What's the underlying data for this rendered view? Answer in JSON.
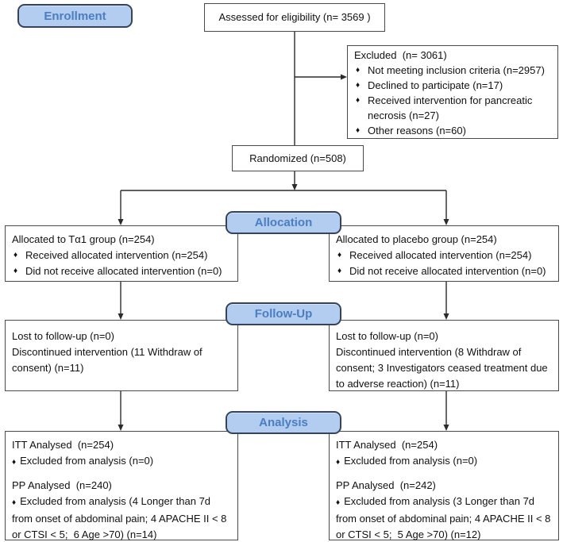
{
  "ui": {
    "bullet": "♦"
  },
  "colors": {
    "badge_fill": "#b3cdf1",
    "badge_border": "#36435a",
    "badge_text": "#4a7ec0",
    "box_border": "#4a4a4a",
    "connector": "#2b2b2b"
  },
  "badges": {
    "enrollment": "Enrollment",
    "allocation": "Allocation",
    "followup": "Follow-Up",
    "analysis": "Analysis"
  },
  "boxes": {
    "assessed": {
      "text": "Assessed for eligibility (n= 3569 )"
    },
    "excluded": {
      "title": "Excluded  (n= 3061)",
      "items": [
        "Not meeting inclusion criteria (n=2957)",
        "Declined to participate (n=17)",
        "Received intervention for pancreatic necrosis (n=27)",
        "Other reasons (n=60)"
      ]
    },
    "randomized": {
      "text": "Randomized (n=508)"
    },
    "allocation_left": {
      "title": "Allocated to Tα1 group (n=254)",
      "items": [
        "Received allocated intervention (n=254)",
        "Did not receive allocated intervention (n=0)"
      ]
    },
    "allocation_right": {
      "title": "Allocated to placebo group (n=254)",
      "items": [
        "Received allocated intervention (n=254)",
        "Did not receive allocated intervention (n=0)"
      ]
    },
    "followup_left": {
      "line1": "Lost to follow-up (n=0)",
      "line2": "Discontinued intervention (11 Withdraw of consent) (n=11)"
    },
    "followup_right": {
      "line1": "Lost to follow-up (n=0)",
      "line2": "Discontinued intervention (8 Withdraw of consent; 3 Investigators ceased treatment due to adverse reaction) (n=11)"
    },
    "analysis_left": {
      "itt_title": "ITT Analysed  (n=254)",
      "itt_item": "Excluded from analysis (n=0)",
      "pp_title": "PP Analysed  (n=240)",
      "pp_item": "Excluded from analysis (4 Longer than 7d from onset of abdominal pain; 4 APACHE II < 8 or CTSI < 5;  6 Age >70) (n=14)"
    },
    "analysis_right": {
      "itt_title": "ITT Analysed  (n=254)",
      "itt_item": "Excluded from analysis (n=0)",
      "pp_title": "PP Analysed  (n=242)",
      "pp_item": "Excluded from analysis (3 Longer than 7d from onset of abdominal pain; 4 APACHE II < 8 or CTSI < 5;  5 Age >70) (n=12)"
    }
  }
}
